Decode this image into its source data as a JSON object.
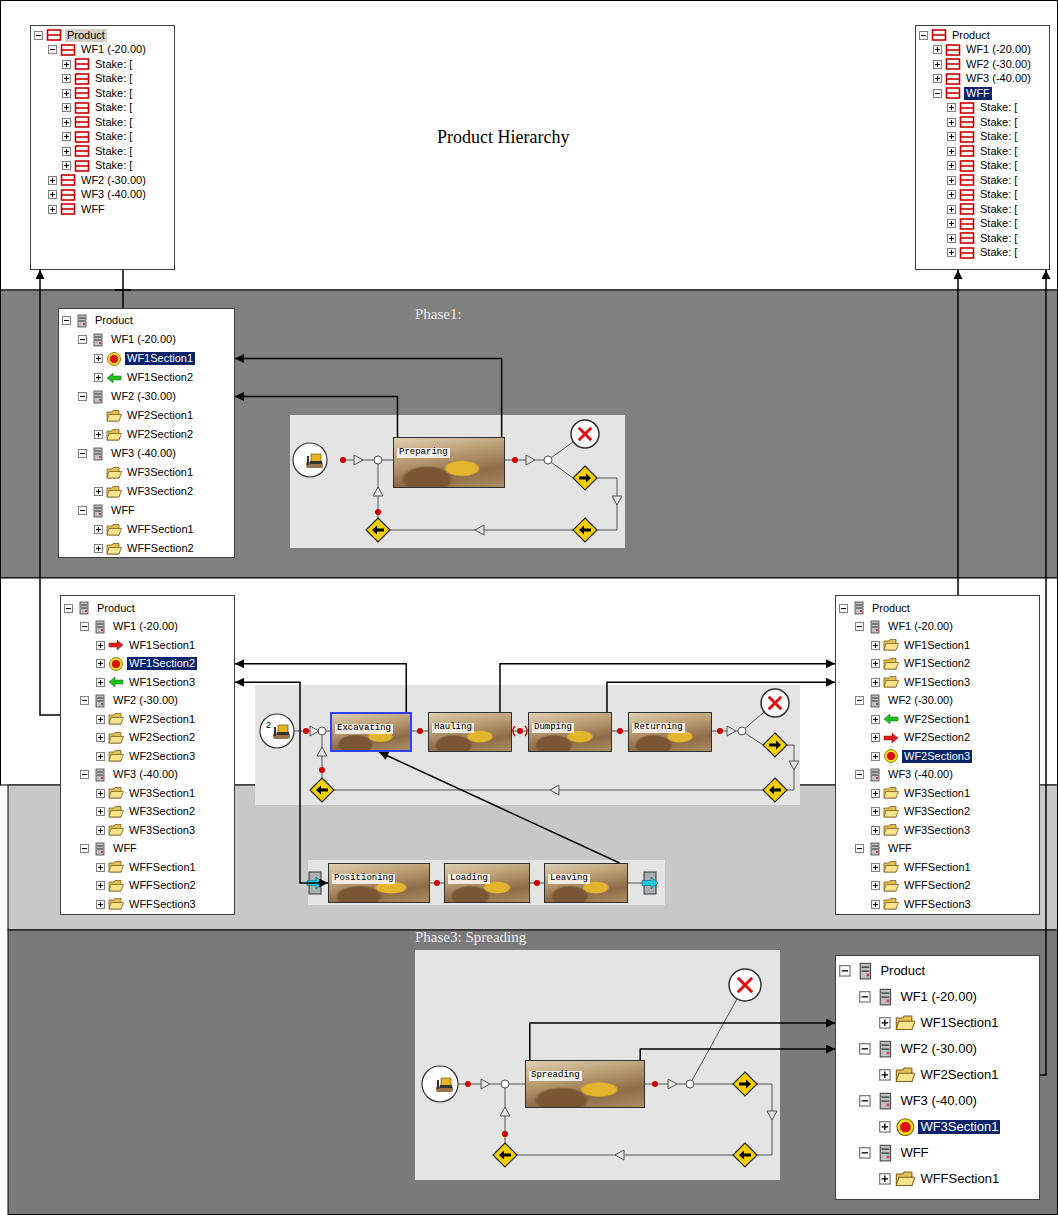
{
  "diagram": {
    "nodes": [
      {
        "text": [
          "Product",
          "WF1 (-20.00)",
          "Stake: [",
          "Stake: [",
          "Stake: [",
          "Stake: [",
          "Stake: [",
          "Stake: [",
          "Stake: [",
          "Stake: [",
          "WF2 (-30.00)",
          "WF3 (-40.00)",
          "WFF"
        ]
      },
      {
        "text": [
          "Product",
          "WF1 (-20.00)",
          "WF2 (-30.00)",
          "WF3 (-40.00)",
          "WFF",
          "Stake: [",
          "Stake: [",
          "Stake: [",
          "Stake: [",
          "Stake: [",
          "Stake: [",
          "Stake: [",
          "Stake: [",
          "Stake: [",
          "Stake: [",
          "Stake: ["
        ]
      },
      {
        "text": [
          "Product",
          "WF1 (-20.00)",
          "WF1Section1",
          "WF1Section2",
          "WF2 (-30.00)",
          "WF2Section1",
          "WF2Section2",
          "WF3 (-40.00)",
          "WF3Section1",
          "WF3Section2",
          "WFF",
          "WFFSection1",
          "WFFSection2"
        ]
      },
      {
        "text": [
          "Preparing"
        ]
      },
      {
        "text": [
          "Product",
          "WF1 (-20.00)",
          "WF1Section1",
          "WF1Section2",
          "WF1Section3",
          "WF2 (-30.00)",
          "WF2Section1",
          "WF2Section2",
          "WF2Section3",
          "WF3 (-40.00)",
          "WF3Section1",
          "WF3Section2",
          "WF3Section3",
          "WFF",
          "WFFSection1",
          "WFFSection2",
          "WFFSection3"
        ]
      },
      {
        "text": [
          "Excavating"
        ]
      },
      {
        "text": [
          "Hauling"
        ]
      },
      {
        "text": [
          "Dumping"
        ]
      },
      {
        "text": [
          "Returning"
        ]
      },
      {
        "text": [
          "Product",
          "WF1 (-20.00)",
          "WF1Section1",
          "WF1Section2",
          "WF1Section3",
          "WF2 (-30.00)",
          "WF2Section1",
          "WF2Section2",
          "WF2Section3",
          "WF3 (-40.00)",
          "WF3Section1",
          "WF3Section2",
          "WF3Section3",
          "WFF",
          "WFFSection1",
          "WFFSection2",
          "WFFSection3"
        ]
      },
      {
        "text": [
          "Positioning"
        ]
      },
      {
        "text": [
          "Loading"
        ]
      },
      {
        "text": [
          "Leaving"
        ]
      },
      {
        "text": [
          "Spreading"
        ]
      },
      {
        "text": [
          "Product",
          "WF1 (-20.00)",
          "WF1Section1",
          "WF2 (-30.00)",
          "WF2Section1",
          "WF3 (-40.00)",
          "WF3Section1",
          "WFF",
          "WFFSection1"
        ]
      }
    ],
    "edges": [
      {
        "from": 3,
        "to": 2,
        "arrow": "to"
      },
      {
        "from": 3,
        "to": 2,
        "arrow": "to"
      },
      {
        "from": 2,
        "to": 0,
        "arrow": "none"
      },
      {
        "from": 4,
        "to": 0,
        "arrow": "to"
      },
      {
        "from": 5,
        "to": 4,
        "arrow": "to"
      },
      {
        "from": 10,
        "to": 4,
        "arrow": "both"
      },
      {
        "from": 12,
        "to": 5,
        "arrow": "to"
      },
      {
        "from": 6,
        "to": 9,
        "arrow": "to"
      },
      {
        "from": 7,
        "to": 9,
        "arrow": "to"
      },
      {
        "from": 9,
        "to": 1,
        "arrow": "to"
      },
      {
        "from": 14,
        "to": 1,
        "arrow": "to"
      },
      {
        "from": 13,
        "to": 14,
        "arrow": "to"
      },
      {
        "from": 13,
        "to": 14,
        "arrow": "to"
      }
    ],
    "labels": [
      "Product Hierarchy",
      "Phase1:",
      "Phase3: Spreading",
      "2"
    ]
  }
}
